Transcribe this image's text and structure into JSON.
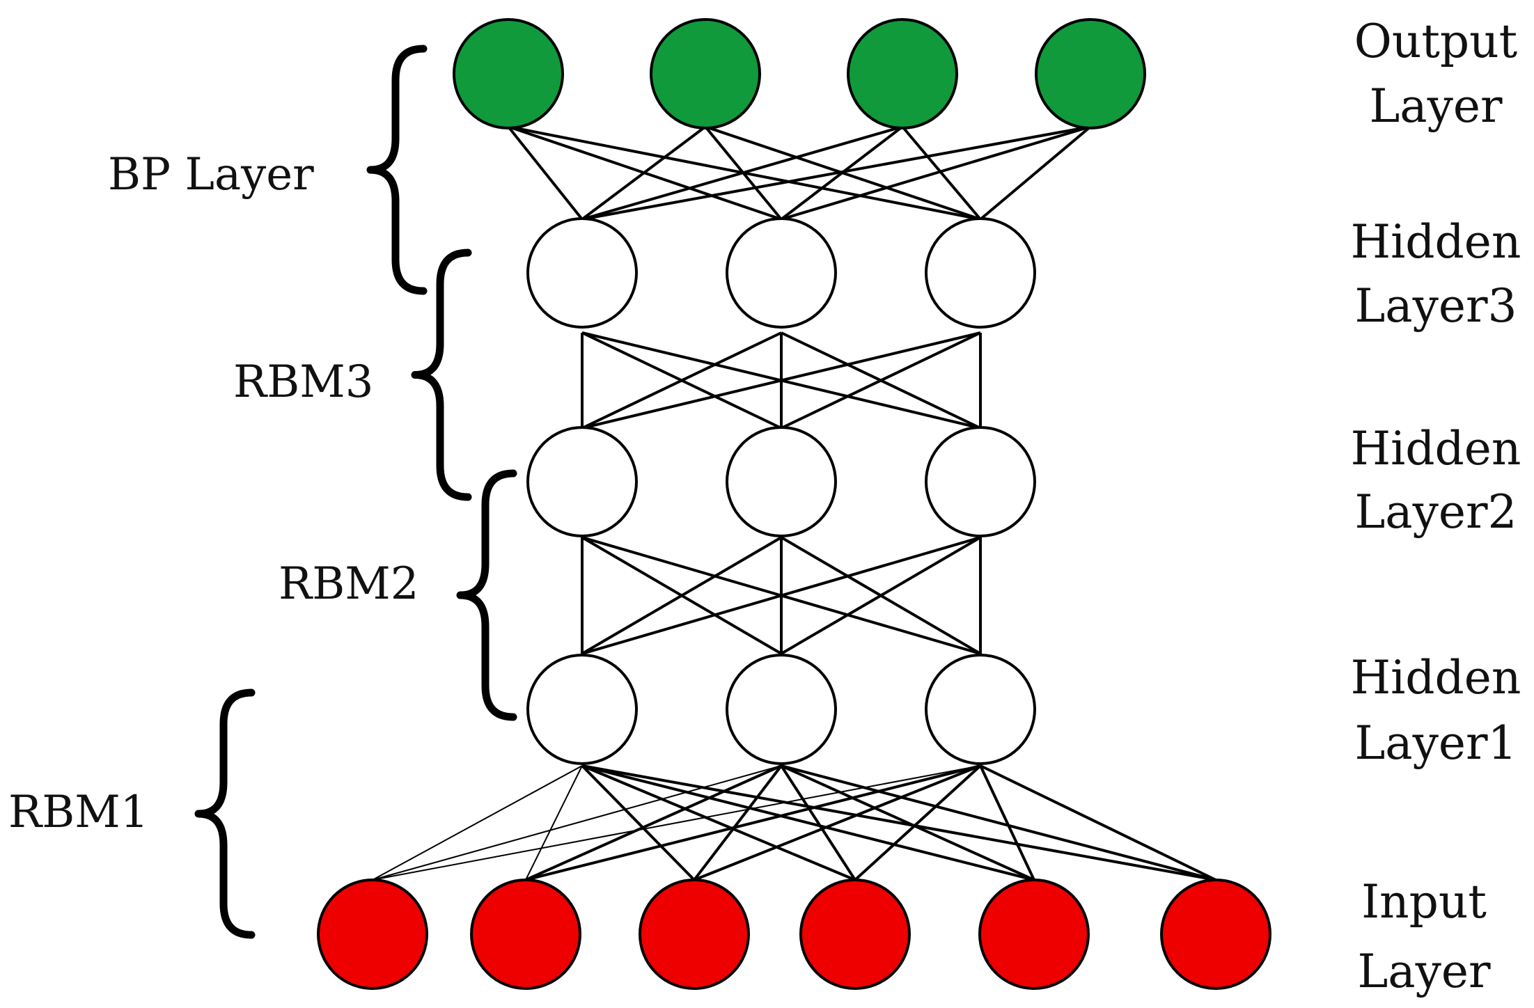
{
  "colors": {
    "output_node": "#109a3c",
    "hidden_node": "#ffffff",
    "input_node": "#ee0000",
    "stroke": "#000000"
  },
  "layers": [
    {
      "id": "output",
      "label_lines": [
        "Output",
        "Layer"
      ],
      "node_count": 4
    },
    {
      "id": "hidden3",
      "label_lines": [
        "Hidden",
        "Layer3"
      ],
      "node_count": 3
    },
    {
      "id": "hidden2",
      "label_lines": [
        "Hidden",
        "Layer2"
      ],
      "node_count": 3
    },
    {
      "id": "hidden1",
      "label_lines": [
        "Hidden",
        "Layer1"
      ],
      "node_count": 3
    },
    {
      "id": "input",
      "label_lines": [
        "Input",
        "Layer"
      ],
      "node_count": 6
    }
  ],
  "groups": [
    {
      "id": "bp",
      "label": "BP Layer",
      "from": "output",
      "to": "hidden3"
    },
    {
      "id": "rbm3",
      "label": "RBM3",
      "from": "hidden3",
      "to": "hidden2"
    },
    {
      "id": "rbm2",
      "label": "RBM2",
      "from": "hidden2",
      "to": "hidden1"
    },
    {
      "id": "rbm1",
      "label": "RBM1",
      "from": "hidden1",
      "to": "input"
    }
  ]
}
